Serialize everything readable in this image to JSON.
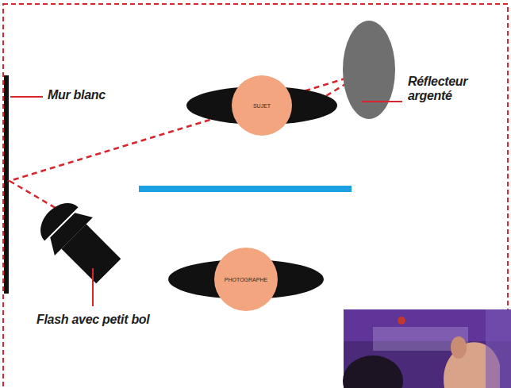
{
  "diagram": {
    "nodes": [
      {
        "text": [
          "SUJET"
        ]
      },
      {
        "text": [
          "PHOTOGRAPHE"
        ]
      }
    ],
    "labels": [
      "Mur blanc",
      "Réflecteur argenté",
      "Flash avec petit bol"
    ]
  }
}
